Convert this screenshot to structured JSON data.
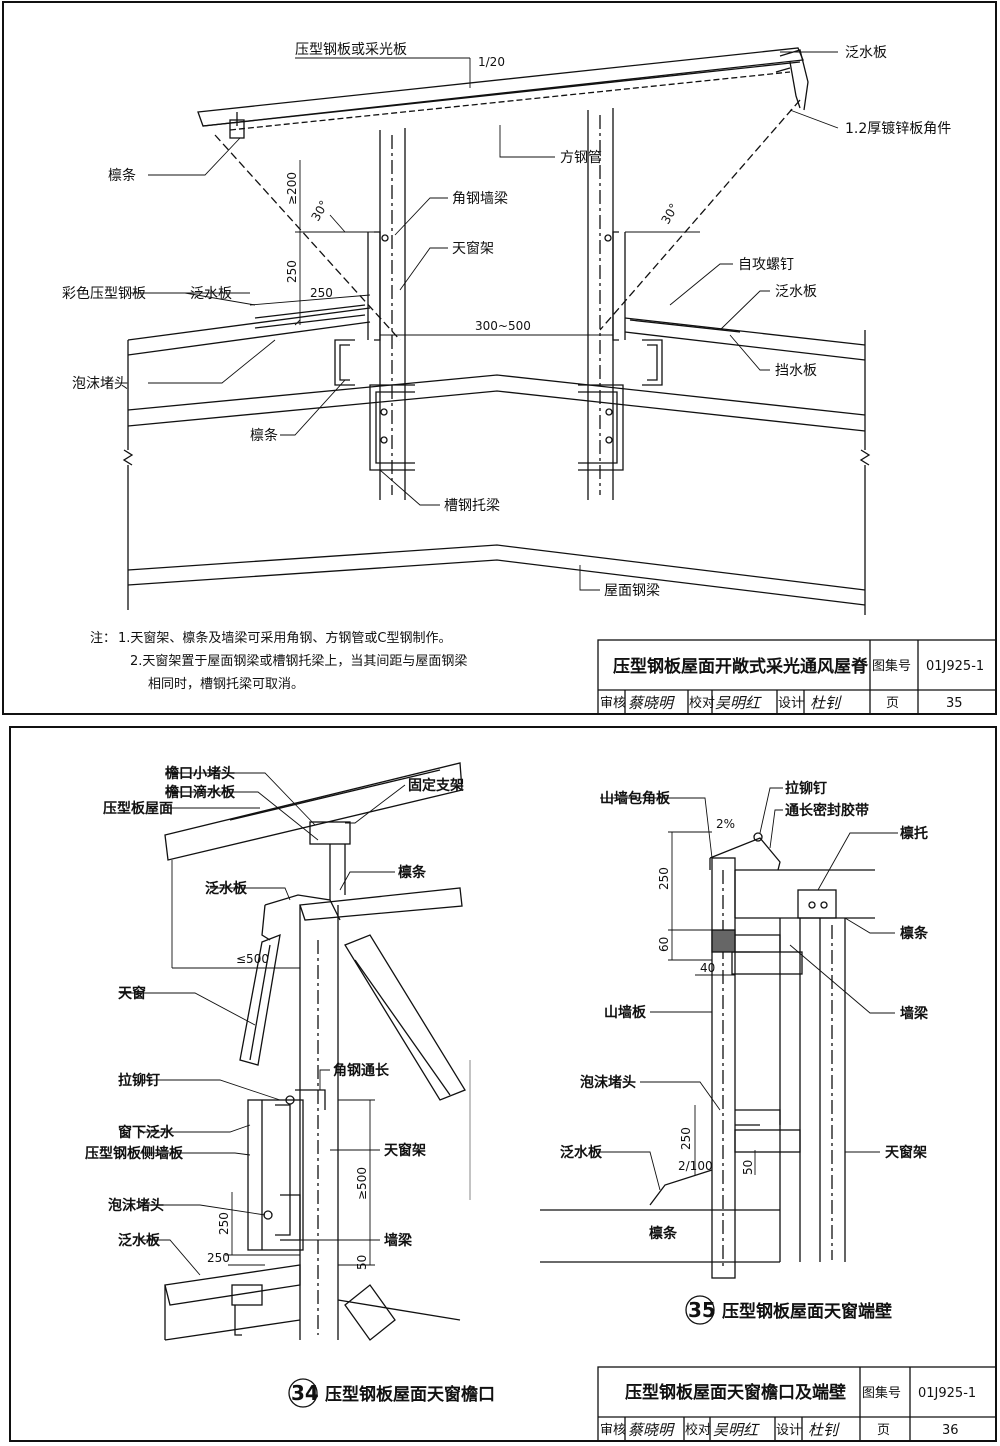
{
  "sheet1": {
    "labels": {
      "roof_panel": "压型钢板或采光板",
      "slope": "1/20",
      "flashing_top": "泛水板",
      "angle_piece": "1.2厚镀锌板角件",
      "purlin_top": "檩条",
      "square_tube": "方钢管",
      "dim_200": "≥200",
      "angle_wall_beam": "角钢墙梁",
      "angle_30_left": "30°",
      "angle_30_right": "30°",
      "skylight_frame": "天窗架",
      "self_tap_screw": "自攻螺钉",
      "color_panel": "彩色压型钢板",
      "flashing_left": "泛水板",
      "flashing_right": "泛水板",
      "dim_250_v": "250",
      "dim_250_h": "250",
      "dim_300_500": "300~500",
      "foam_plug": "泡沫堵头",
      "baffle": "挡水板",
      "purlin_lower": "檩条",
      "channel_beam": "槽钢托梁",
      "roof_beam": "屋面钢梁"
    },
    "notes": {
      "prefix": "注：",
      "n1": "1.天窗架、檩条及墙梁可采用角钢、方钢管或C型钢制作。",
      "n2a": "2.天窗架置于屋面钢梁或槽钢托梁上，当其间距与屋面钢梁",
      "n2b": "相同时，槽钢托梁可取消。"
    },
    "title_block": {
      "title": "压型钢板屋面开敞式采光通风屋脊",
      "atlas_label": "图集号",
      "atlas_no": "01J925-1",
      "review": "审核",
      "review_sig": "蔡晓明",
      "check": "校对",
      "check_sig": "吴明红",
      "design": "设计",
      "design_sig": "杜钊",
      "page_label": "页",
      "page_no": "35"
    }
  },
  "sheet2": {
    "left": {
      "eave_plug": "檐口小堵头",
      "eave_drip": "檐口滴水板",
      "fixed_bracket": "固定支架",
      "roof_panel": "压型板屋面",
      "purlin": "檩条",
      "flashing": "泛水板",
      "dim_500": "≤500",
      "skylight": "天窗",
      "angle_long": "角钢通长",
      "rivet": "拉铆钉",
      "sill_flashing": "窗下泛水",
      "side_wall_panel": "压型钢板侧墙板",
      "skylight_frame": "天窗架",
      "dim_500v": "≥500",
      "foam_plug": "泡沫堵头",
      "wall_beam": "墙梁",
      "flashing2": "泛水板",
      "dim_250v": "250",
      "dim_250h": "250",
      "dim_50": "50",
      "caption_no": "34",
      "caption": "压型钢板屋面天窗檐口"
    },
    "right": {
      "gable_corner": "山墙包角板",
      "rivet": "拉铆钉",
      "sealing_tape": "通长密封胶带",
      "slope": "2%",
      "purlin_holder": "檩托",
      "dim_250": "250",
      "dim_60": "60",
      "dim_40": "40",
      "purlin": "檩条",
      "gable_panel": "山墙板",
      "wall_beam": "墙梁",
      "foam_plug": "泡沫堵头",
      "dim_250b": "250",
      "slope2": "2/100",
      "dim_50": "50",
      "flashing": "泛水板",
      "skylight_frame": "天窗架",
      "purlin_bottom": "檩条",
      "caption_no": "35",
      "caption": "压型钢板屋面天窗端壁"
    },
    "title_block": {
      "title": "压型钢板屋面天窗檐口及端壁",
      "atlas_label": "图集号",
      "atlas_no": "01J925-1",
      "review": "审核",
      "review_sig": "蔡晓明",
      "check": "校对",
      "check_sig": "吴明红",
      "design": "设计",
      "design_sig": "杜钊",
      "page_label": "页",
      "page_no": "36"
    }
  }
}
